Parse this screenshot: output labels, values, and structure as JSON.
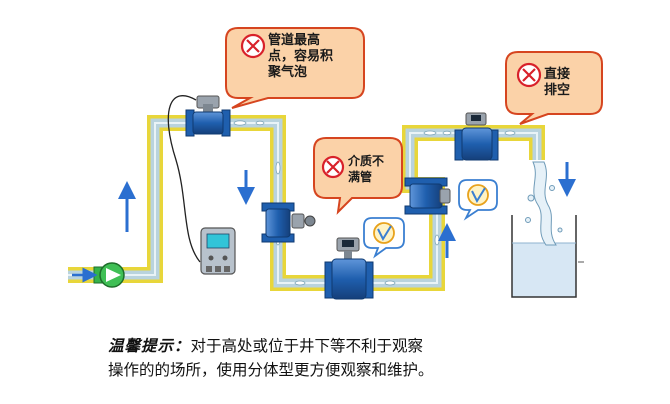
{
  "callouts": {
    "highpoint": "管道最高\n点，容易积\n聚气泡",
    "direct_drain": "直接\n排空",
    "not_full": "介质不\n满管"
  },
  "tip": {
    "label": "温馨提示：",
    "line1": "对于高处或位于井下等不利于观察",
    "line2": "操作的的场所，使用分体型更方便观察和维护。"
  },
  "colors": {
    "pipe_outer": "#e8d63a",
    "pipe_inner": "#b9d3de",
    "meter_blue": "#1f5fae",
    "bubble_fill": "#fbd2a8",
    "bubble_stroke": "#d6451f",
    "x_red": "#d8212a",
    "check_blue": "#3a7fd1",
    "arrow_blue": "#2b6fd0",
    "pump_green": "#35b24a",
    "tank_water": "#d7e7f4"
  }
}
